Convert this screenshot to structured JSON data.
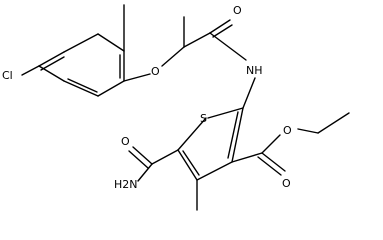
{
  "molecule": {
    "atoms": {
      "cl": "Cl",
      "ether_o": "O",
      "amide_o": "O",
      "nh": "NH",
      "s": "S",
      "ester_o_single": "O",
      "ester_o_double": "O",
      "nh2": "H2N",
      "amide2_o": "O"
    }
  },
  "colors": {
    "bond": "#000000",
    "label": "#000000",
    "background": "#ffffff"
  }
}
